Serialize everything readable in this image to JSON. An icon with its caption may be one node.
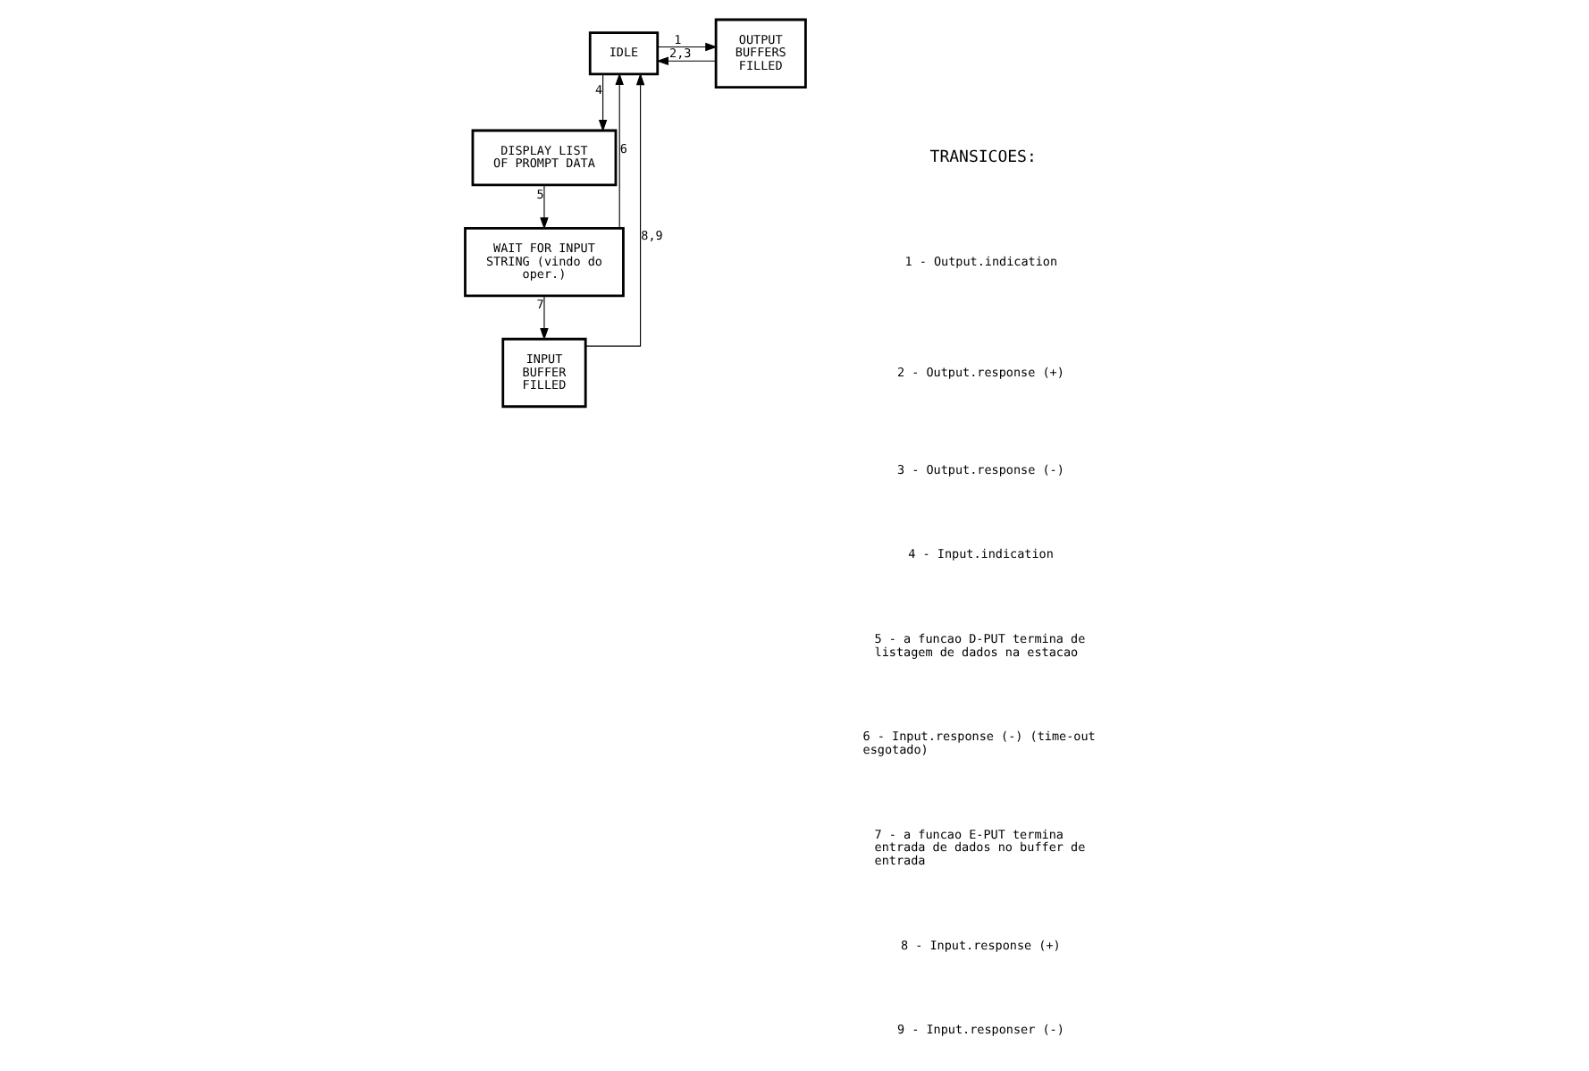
{
  "diagram": {
    "nodes": [
      {
        "text": [
          "IDLE"
        ]
      },
      {
        "text": [
          "OUTPUT BUFFERS FILLED"
        ]
      },
      {
        "text": [
          "DISPLAY LIST OF PROMPT DATA"
        ]
      },
      {
        "text": [
          "WAIT FOR INPUT STRING (vindo do oper.)"
        ]
      },
      {
        "text": [
          "INPUT BUFFER FILLED"
        ]
      }
    ],
    "edges": [
      {
        "from": 0,
        "to": 1,
        "arrow": "to",
        "label": "1"
      },
      {
        "from": 1,
        "to": 0,
        "arrow": "to",
        "label": "2,3"
      },
      {
        "from": 0,
        "to": 2,
        "arrow": "to",
        "label": "4"
      },
      {
        "from": 2,
        "to": 3,
        "arrow": "to",
        "label": "5"
      },
      {
        "from": 3,
        "to": 0,
        "arrow": "to",
        "label": "6"
      },
      {
        "from": 3,
        "to": 4,
        "arrow": "to",
        "label": "7"
      },
      {
        "from": 4,
        "to": 0,
        "arrow": "to",
        "label": "8,9"
      }
    ],
    "labels": [
      "TRANSICOES:",
      "1 - Output.indication",
      "2 - Output.response (+)",
      "3 - Output.response (-)",
      "4 - Input.indication",
      "5 - a funcao D-PUT termina de listagem de dados na estacao",
      "6 - Input.response (-) (time-out esgotado)",
      "7 - a funcao E-PUT termina entrada de dados no buffer de entrada",
      "8 - Input.response (+)",
      "9 - Input.responser (-)"
    ]
  }
}
